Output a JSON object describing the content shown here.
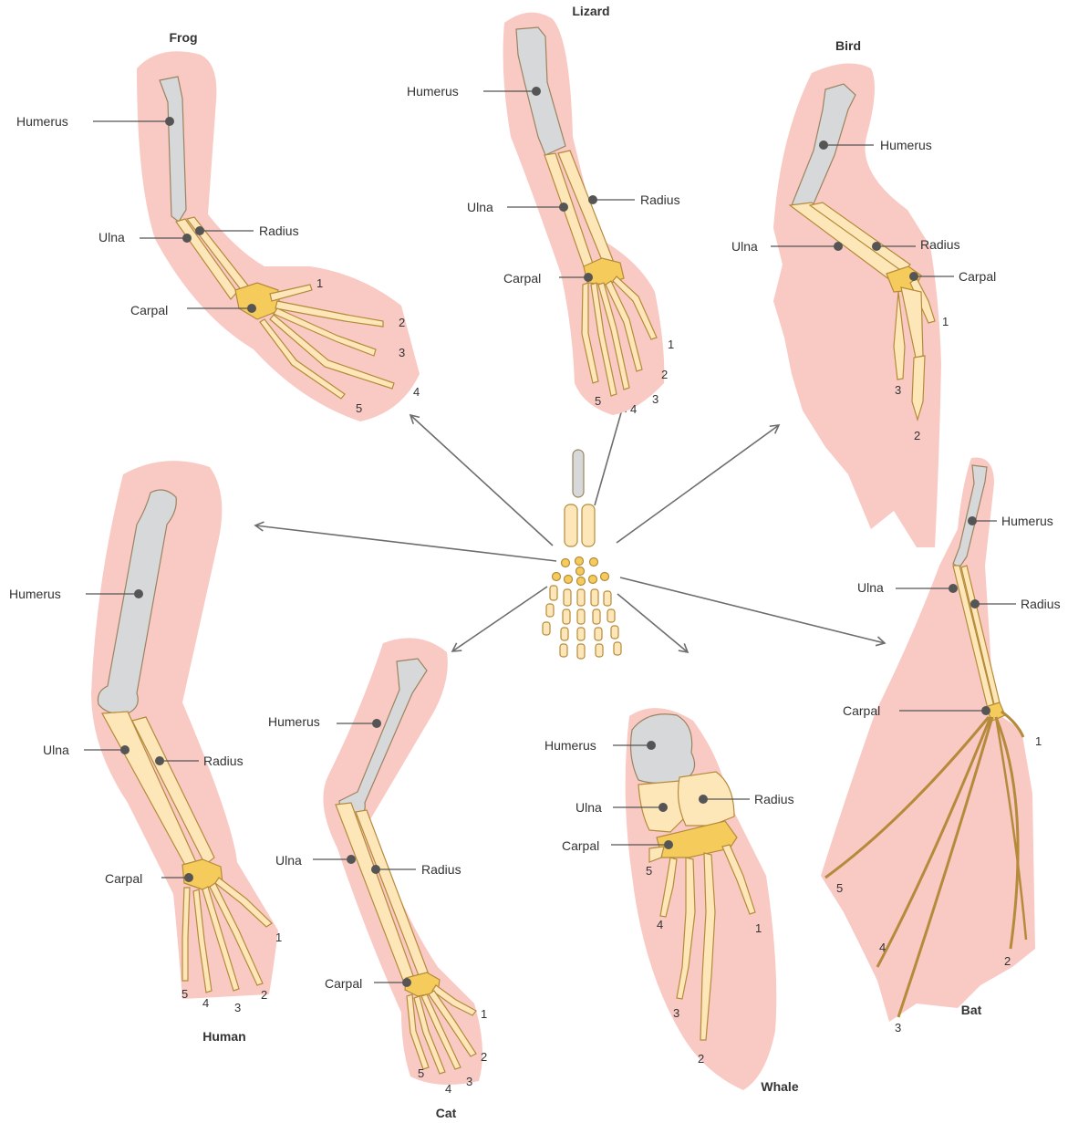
{
  "labels": {
    "humerus": "Humerus",
    "ulna": "Ulna",
    "radius": "Radius",
    "carpal": "Carpal"
  },
  "species": {
    "frog": "Frog",
    "lizard": "Lizard",
    "bird": "Bird",
    "human": "Human",
    "cat": "Cat",
    "whale": "Whale",
    "bat": "Bat"
  },
  "digits": [
    "1",
    "2",
    "3",
    "4",
    "5"
  ],
  "colors": {
    "halo": "#f9c9c4",
    "humerus": "#d7d8da",
    "bone": "#fde7b8",
    "carpal": "#f5cb5c"
  }
}
